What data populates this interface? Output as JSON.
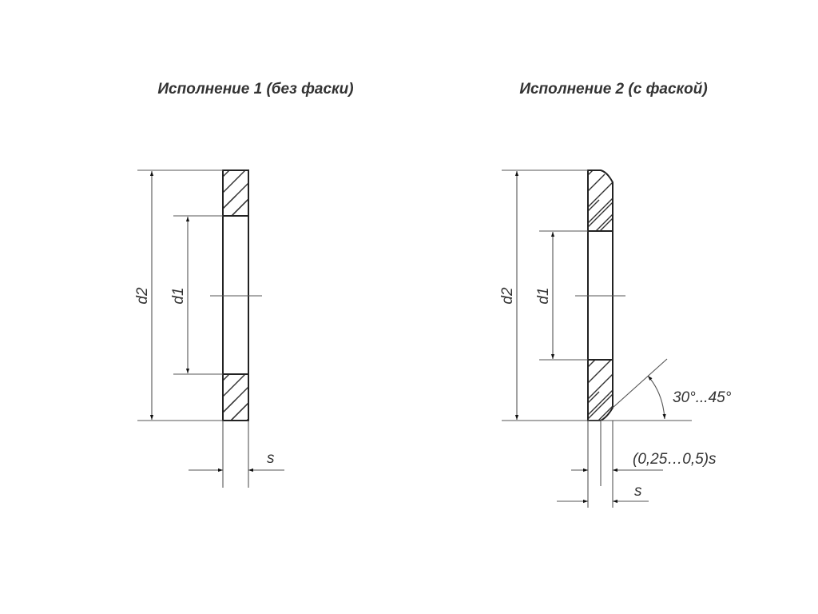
{
  "views": [
    {
      "title": "Исполнение 1 (без фаски)",
      "labels": {
        "d2": "d2",
        "d1": "d1",
        "s": "s"
      }
    },
    {
      "title": "Исполнение 2 (с фаской)",
      "labels": {
        "d2": "d2",
        "d1": "d1",
        "s": "s",
        "chamfer": "(0,25…0,5)s",
        "angle": "30°...45°"
      }
    }
  ]
}
